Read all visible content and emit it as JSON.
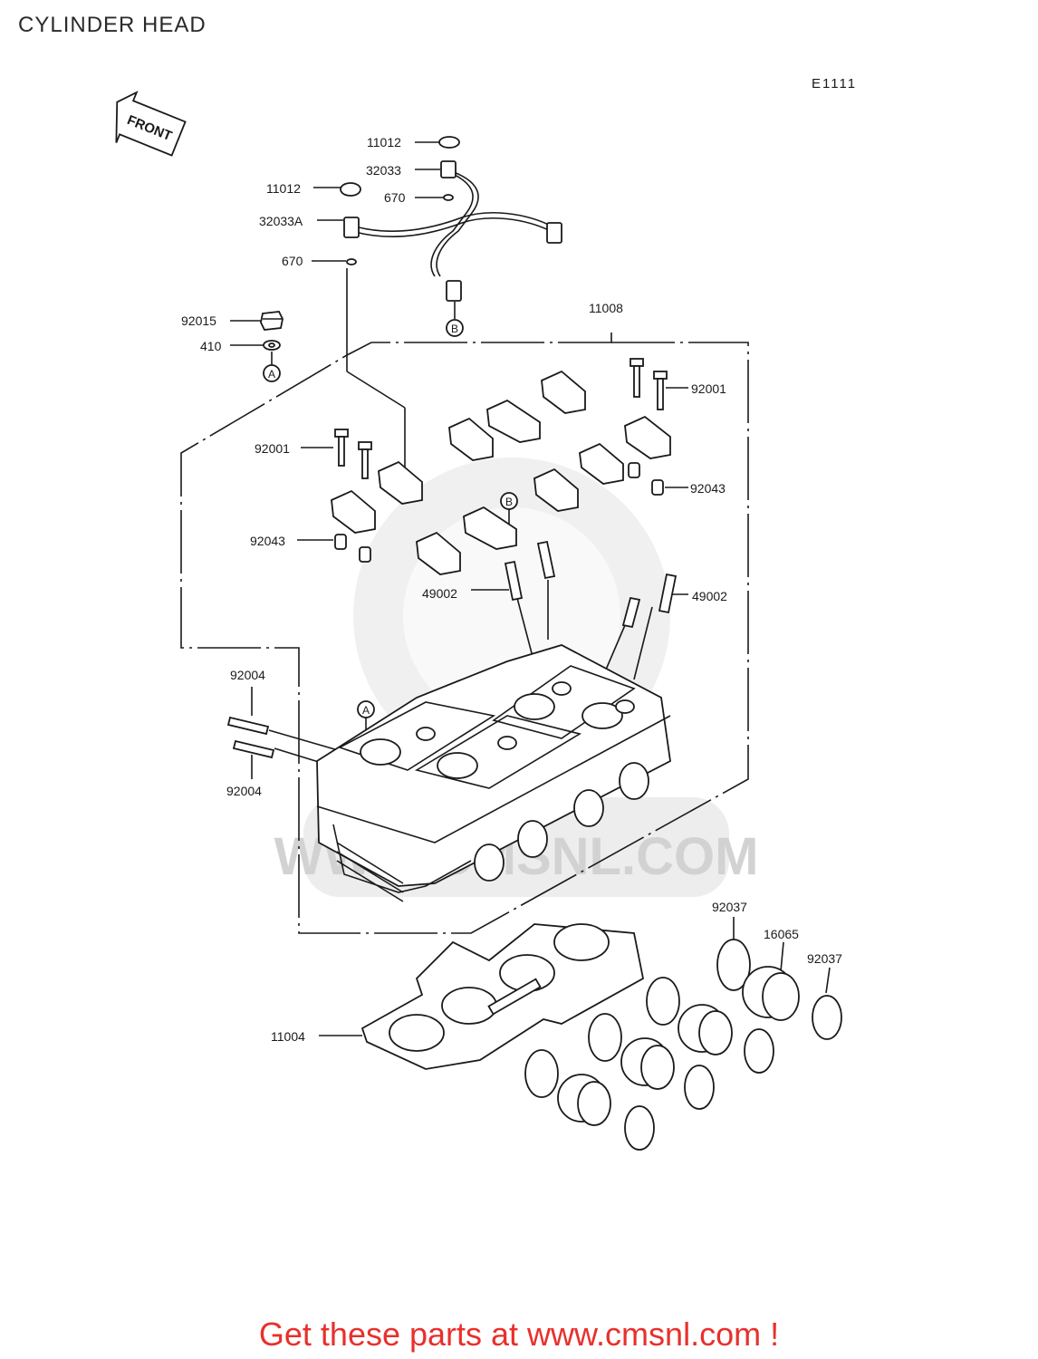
{
  "page": {
    "title": "CYLINDER HEAD",
    "diagram_code": "E1111"
  },
  "front_marker": "FRONT",
  "reference_marks": {
    "a": "A",
    "b": "B"
  },
  "watermark": "WWW.CMSNL.COM",
  "labels": {
    "p11012_top": "11012",
    "p32033": "32033",
    "p11012_mid": "11012",
    "p670_top": "670",
    "p32033A": "32033A",
    "p670_low": "670",
    "p11008": "11008",
    "p92015": "92015",
    "p410": "410",
    "p92001_right": "92001",
    "p92001_left": "92001",
    "p92043_right": "92043",
    "p92043_left": "92043",
    "p49002_left": "49002",
    "p49002_right": "49002",
    "p92004_top": "92004",
    "p92004_bottom": "92004",
    "p92037_top": "92037",
    "p16065": "16065",
    "p92037_right": "92037",
    "p11004": "11004"
  },
  "footer": {
    "text": "Get these parts at www.cmsnl.com !",
    "color": "#e8302c"
  }
}
